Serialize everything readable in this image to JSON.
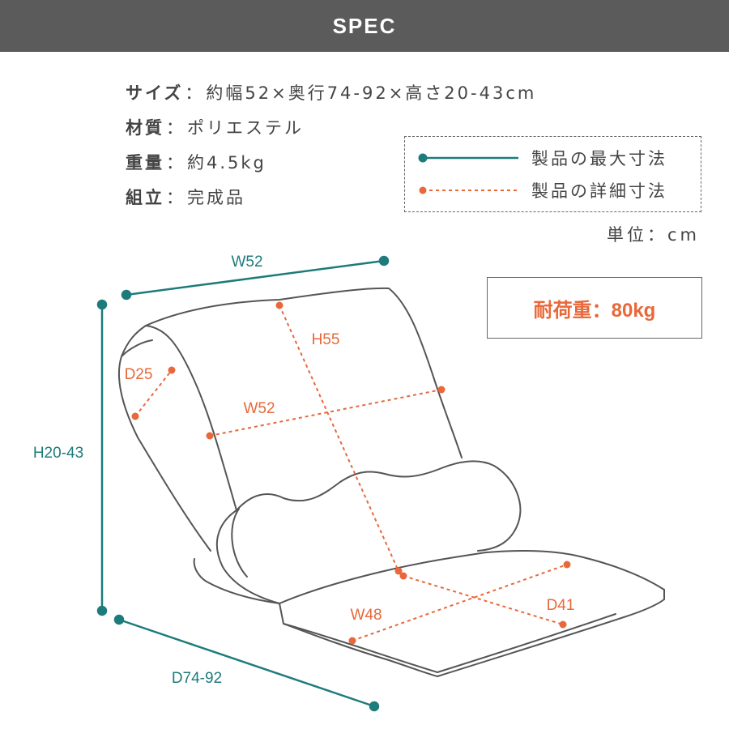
{
  "header": {
    "title": "SPEC"
  },
  "specs": [
    {
      "key": "サイズ",
      "sep": "：",
      "value": "約幅52×奥行74-92×高さ20-43cm"
    },
    {
      "key": "材質",
      "sep": "：",
      "value": "ポリエステル"
    },
    {
      "key": "重量",
      "sep": "：",
      "value": "約4.5kg"
    },
    {
      "key": "組立",
      "sep": "：",
      "value": "完成品"
    }
  ],
  "legend": {
    "max_label": "製品の最大寸法",
    "detail_label": "製品の詳細寸法"
  },
  "unit": "単位：cm",
  "load": "耐荷重：80kg",
  "dimensions": {
    "max_width": "W52",
    "max_height": "H20-43",
    "max_depth": "D74-92",
    "back_height": "H55",
    "back_width": "W52",
    "back_depth": "D25",
    "seat_width": "W48",
    "seat_depth": "D41"
  },
  "colors": {
    "max": "#1e7b7b",
    "detail": "#e8683a",
    "header": "#5b5b5b"
  }
}
